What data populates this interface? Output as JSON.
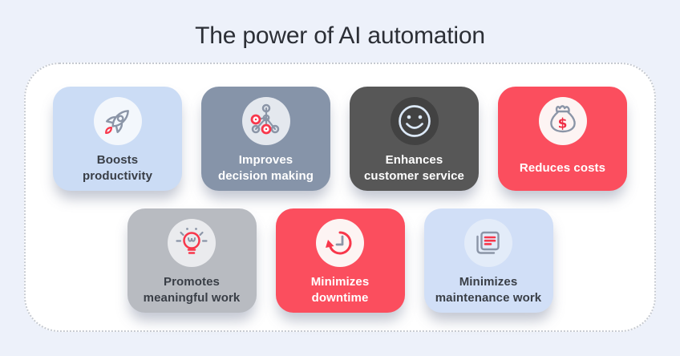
{
  "page": {
    "title": "The power of AI automation",
    "background": "#edf1fa",
    "panel_background": "#ffffff",
    "panel_border_color": "#c6cad1"
  },
  "icon_palette": {
    "gray_stroke": "#8b95a7",
    "red_stroke": "#f8374b",
    "light_stroke": "#dce9f8"
  },
  "cards": [
    {
      "id": "boosts-productivity",
      "label_line1": "Boosts",
      "label_line2": "productivity",
      "icon": "rocket-icon",
      "background": "#cbdcf5",
      "icon_circle": "#f3f7fc",
      "text_color": "#393e46",
      "row": 1
    },
    {
      "id": "improves-decision-making",
      "label_line1": "Improves",
      "label_line2": "decision making",
      "icon": "network-nodes-icon",
      "background": "#8694a9",
      "icon_circle": "#e4e8ee",
      "text_color": "#ffffff",
      "row": 1
    },
    {
      "id": "enhances-customer-service",
      "label_line1": "Enhances",
      "label_line2": "customer service",
      "icon": "smiley-face-icon",
      "background": "#575757",
      "icon_circle": "#424242",
      "text_color": "#ffffff",
      "row": 1
    },
    {
      "id": "reduces-costs",
      "label_line1": "Reduces costs",
      "label_line2": "",
      "icon": "money-bag-icon",
      "background": "#fb4e5e",
      "icon_circle": "#fdf4f3",
      "text_color": "#ffffff",
      "row": 1
    },
    {
      "id": "promotes-meaningful-work",
      "label_line1": "Promotes",
      "label_line2": "meaningful work",
      "icon": "lightbulb-icon",
      "background": "#b8bbc1",
      "icon_circle": "#eaebee",
      "text_color": "#393e46",
      "row": 2
    },
    {
      "id": "minimizes-downtime",
      "label_line1": "Minimizes",
      "label_line2": "downtime",
      "icon": "clock-refresh-icon",
      "background": "#fb4e5e",
      "icon_circle": "#fdf4f3",
      "text_color": "#ffffff",
      "row": 2
    },
    {
      "id": "minimizes-maintenance-work",
      "label_line1": "Minimizes",
      "label_line2": "maintenance work",
      "icon": "documents-icon",
      "background": "#d1dff7",
      "icon_circle": "#e3ecf9",
      "text_color": "#393e46",
      "row": 2
    }
  ]
}
